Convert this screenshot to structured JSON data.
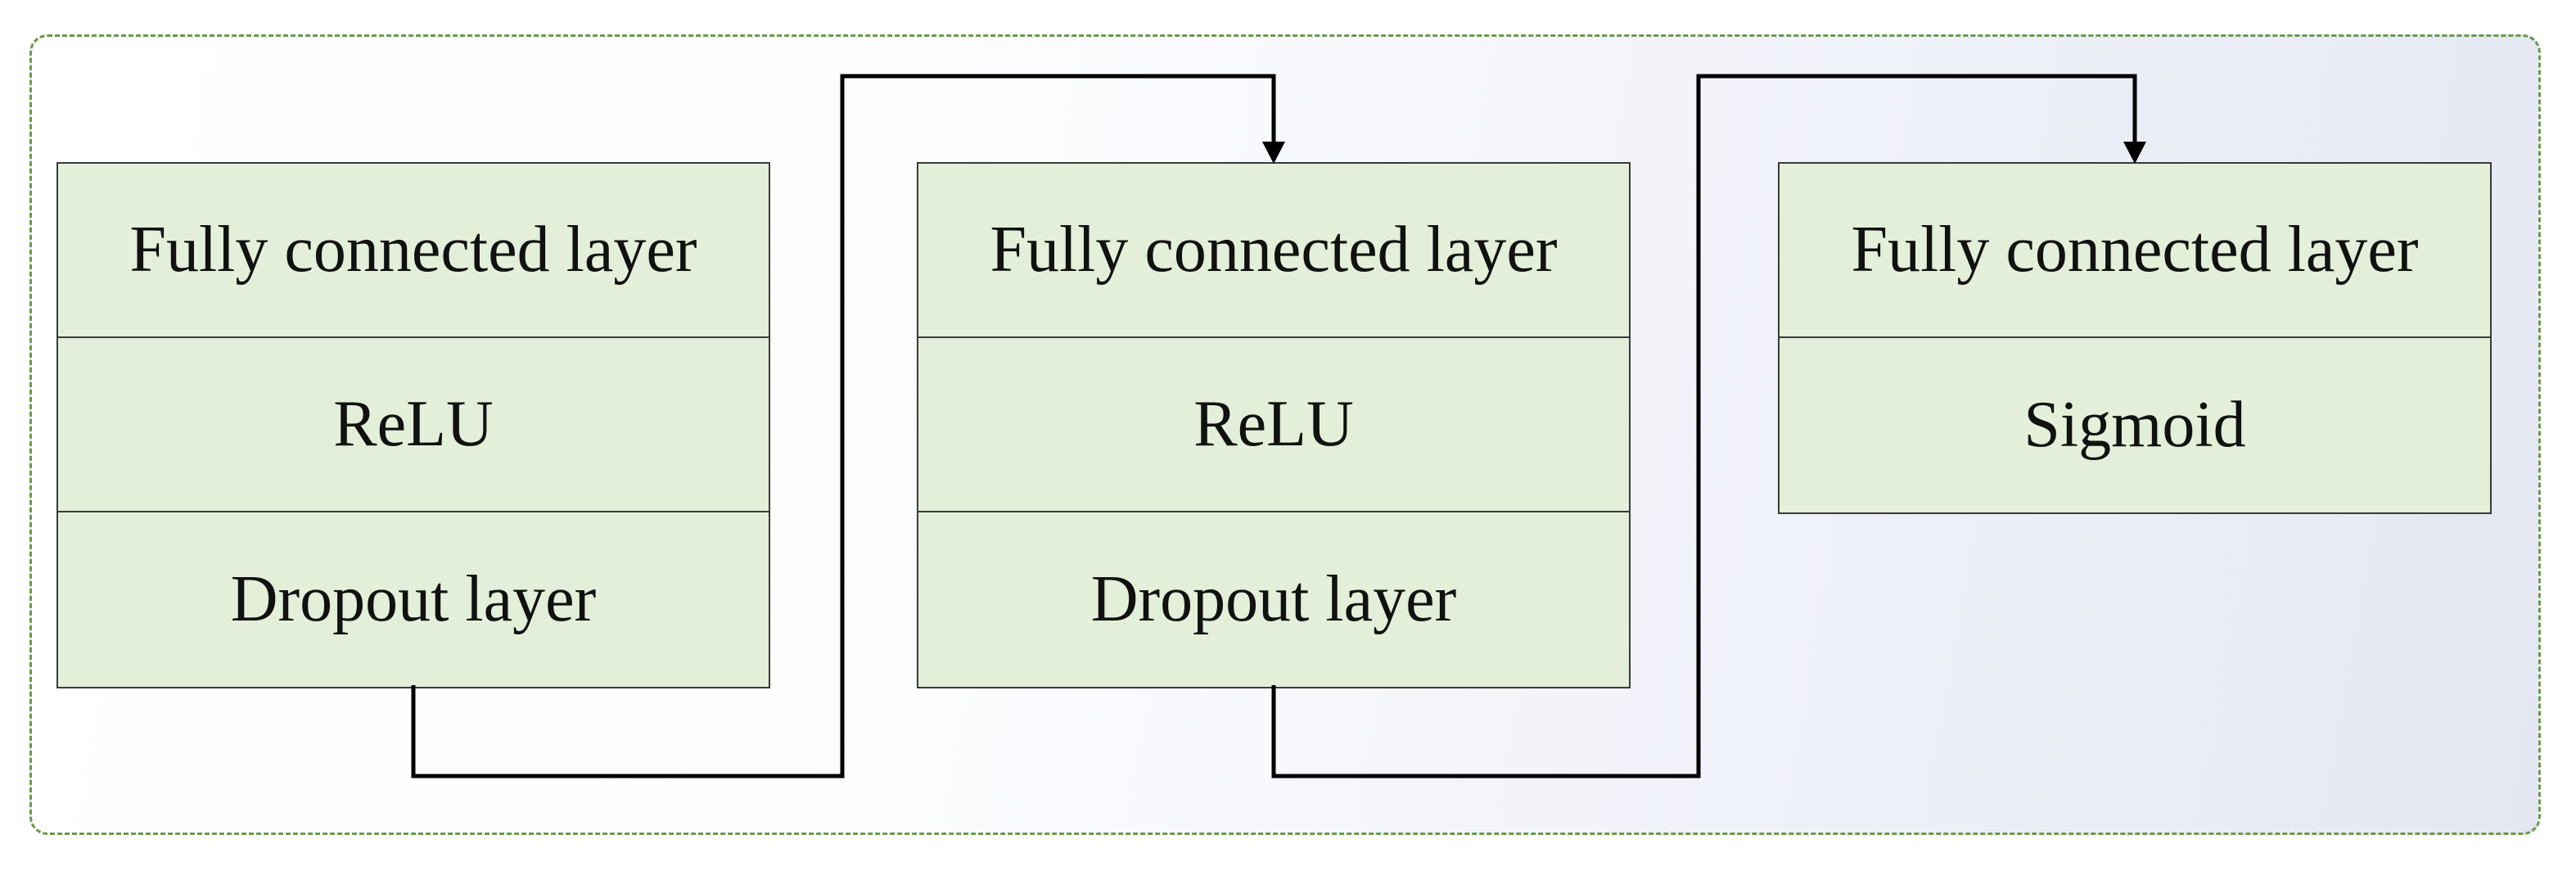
{
  "diagram": {
    "blocks": [
      {
        "layers": [
          "Fully connected layer",
          "ReLU",
          "Dropout layer"
        ]
      },
      {
        "layers": [
          "Fully connected layer",
          "ReLU",
          "Dropout layer"
        ]
      },
      {
        "layers": [
          "Fully connected layer",
          "Sigmoid"
        ]
      }
    ],
    "connections": [
      {
        "from": 0,
        "to": 1
      },
      {
        "from": 1,
        "to": 2
      }
    ],
    "colors": {
      "block_fill": "#e3efd8",
      "block_border": "#3a3a3a",
      "frame_border": "#6a9a4a",
      "arrow": "#000000"
    }
  }
}
